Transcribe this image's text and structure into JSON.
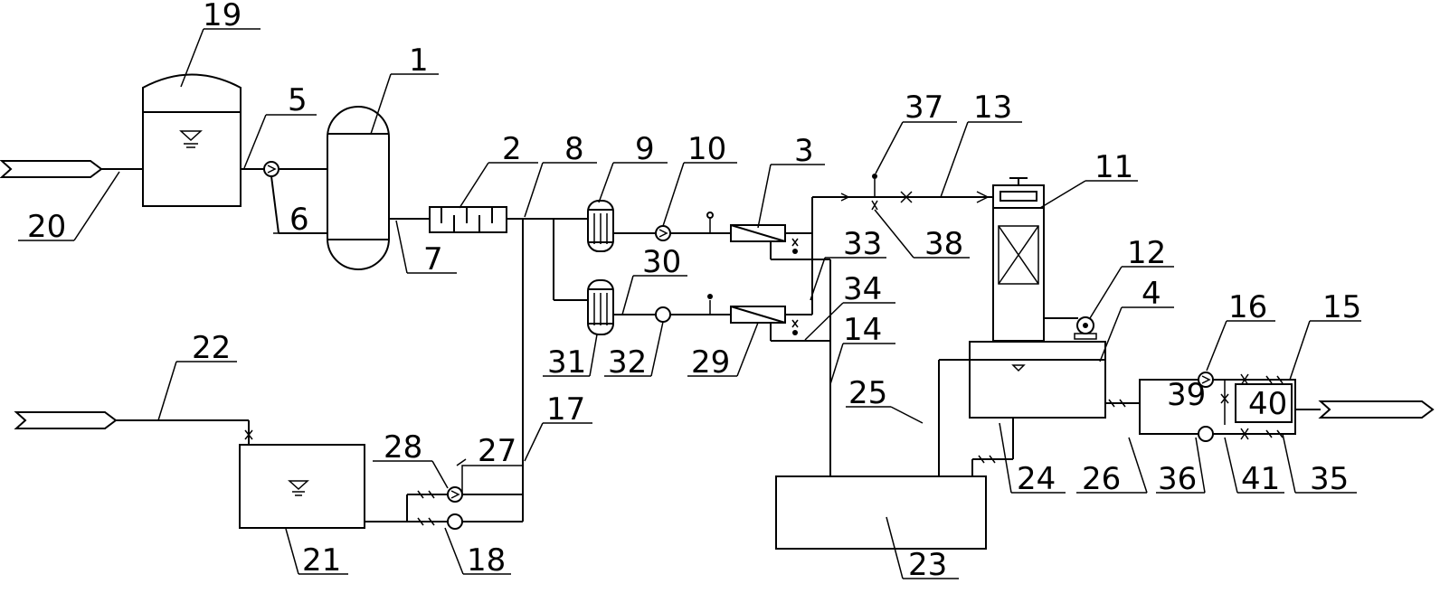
{
  "labels": {
    "n1": "1",
    "n2": "2",
    "n3": "3",
    "n4": "4",
    "n5": "5",
    "n6": "6",
    "n7": "7",
    "n8": "8",
    "n9": "9",
    "n10": "10",
    "n11": "11",
    "n12": "12",
    "n13": "13",
    "n14": "14",
    "n15": "15",
    "n16": "16",
    "n17": "17",
    "n18": "18",
    "n19": "19",
    "n20": "20",
    "n21": "21",
    "n22": "22",
    "n23": "23",
    "n24": "24",
    "n25": "25",
    "n26": "26",
    "n27": "27",
    "n28": "28",
    "n29": "29",
    "n30": "30",
    "n31": "31",
    "n32": "32",
    "n33": "33",
    "n34": "34",
    "n35": "35",
    "n36": "36",
    "n37": "37",
    "n38": "38",
    "n39": "39",
    "n40": "40",
    "n41": "41"
  }
}
